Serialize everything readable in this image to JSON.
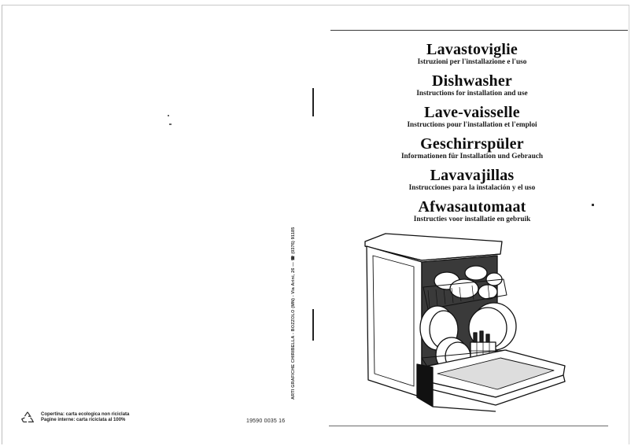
{
  "cover": {
    "titles": [
      {
        "title": "Lavastoviglie",
        "subtitle": "Istruzioni per l'installazione e l'uso"
      },
      {
        "title": "Dishwasher",
        "subtitle": "Instructions for installation and use"
      },
      {
        "title": "Lave-vaisselle",
        "subtitle": "Instructions pour l'installation et l'emploi"
      },
      {
        "title": "Geschirrspüler",
        "subtitle": "Informationen für Installation und Gebrauch"
      },
      {
        "title": "Lavavajillas",
        "subtitle": "Instrucciones para la instalación y el uso"
      },
      {
        "title": "Afwasautomaat",
        "subtitle": "Instructies voor installatie en gebruik"
      }
    ],
    "illustration": "dishwasher-open-door-with-racks"
  },
  "back": {
    "recycle_icon": "recycle-icon",
    "recycle_lines": [
      "Copertina: carta ecologica non riciclata",
      "Pagine interne: carta riciclata al 100%"
    ],
    "doc_code": "19590 0035 16",
    "imprint": "ARTI GRAFICHE CHIRIBELLA - BOZZOLO (MN) - Via Arini, 26 — ☎ (0376) 91185"
  }
}
